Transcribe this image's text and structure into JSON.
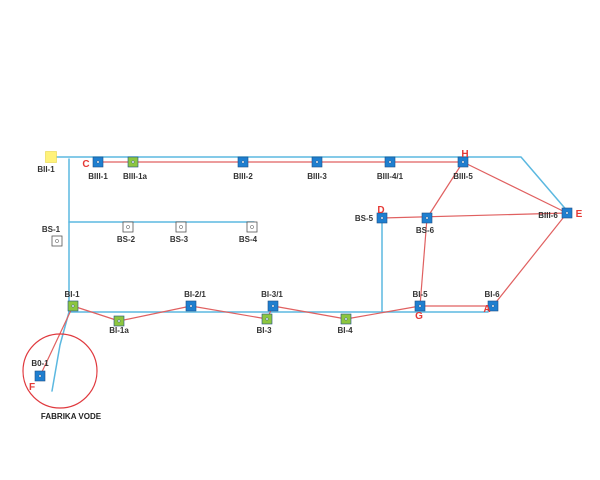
{
  "colors": {
    "pipe": "#5bb8e0",
    "route": "#e06060",
    "node_blue": "#1e7fd0",
    "node_green": "#8dc63f",
    "node_yellow": "#fff27a",
    "node_white": "#ffffff",
    "circle": "#e0393e",
    "point_label": "#e53935"
  },
  "caption": "FABRIKA VODE",
  "nodes": [
    {
      "id": "BII-1",
      "label": "BII-1",
      "type": "yellow"
    },
    {
      "id": "BIII-1",
      "label": "BIII-1",
      "type": "blue"
    },
    {
      "id": "BIII-1a",
      "label": "BIII-1a",
      "type": "green"
    },
    {
      "id": "BIII-2",
      "label": "BIII-2",
      "type": "blue"
    },
    {
      "id": "BIII-3",
      "label": "BIII-3",
      "type": "blue"
    },
    {
      "id": "BIII-4/1",
      "label": "BIII-4/1",
      "type": "blue"
    },
    {
      "id": "BIII-5",
      "label": "BIII-5",
      "type": "blue"
    },
    {
      "id": "BIII-6",
      "label": "BIII-6",
      "type": "blue"
    },
    {
      "id": "BS-1",
      "label": "BS-1",
      "type": "white"
    },
    {
      "id": "BS-2",
      "label": "BS-2",
      "type": "white"
    },
    {
      "id": "BS-3",
      "label": "BS-3",
      "type": "white"
    },
    {
      "id": "BS-4",
      "label": "BS-4",
      "type": "white"
    },
    {
      "id": "BS-5",
      "label": "BS-5",
      "type": "blue"
    },
    {
      "id": "BS-6",
      "label": "BS-6",
      "type": "blue"
    },
    {
      "id": "BI-1",
      "label": "BI-1",
      "type": "green"
    },
    {
      "id": "BI-1a",
      "label": "BI-1a",
      "type": "green"
    },
    {
      "id": "BI-2/1",
      "label": "BI-2/1",
      "type": "blue"
    },
    {
      "id": "BI-3/1",
      "label": "BI-3/1",
      "type": "blue"
    },
    {
      "id": "BI-3",
      "label": "BI-3",
      "type": "green"
    },
    {
      "id": "BI-4",
      "label": "BI-4",
      "type": "green"
    },
    {
      "id": "BI-5",
      "label": "BI-5",
      "type": "blue"
    },
    {
      "id": "BI-6",
      "label": "BI-6",
      "type": "blue"
    },
    {
      "id": "B0-1",
      "label": "B0-1",
      "type": "blue"
    }
  ],
  "point_labels": [
    {
      "id": "C",
      "text": "C"
    },
    {
      "id": "H",
      "text": "H"
    },
    {
      "id": "E",
      "text": "E"
    },
    {
      "id": "D",
      "text": "D"
    },
    {
      "id": "G",
      "text": "G"
    },
    {
      "id": "A",
      "text": "A"
    },
    {
      "id": "F",
      "text": "F"
    }
  ],
  "route_edges": [
    [
      "BIII-1",
      "BIII-5"
    ],
    [
      "BIII-5",
      "BIII-6"
    ],
    [
      "BIII-5",
      "BS-6"
    ],
    [
      "BS-5",
      "BIII-6"
    ],
    [
      "BS-6",
      "BI-5"
    ],
    [
      "BI-5",
      "BI-6"
    ],
    [
      "BI-6",
      "BIII-6"
    ],
    [
      "BI-1",
      "BI-1a"
    ],
    [
      "BI-1a",
      "BI-2/1"
    ],
    [
      "BI-2/1",
      "BI-3"
    ],
    [
      "BI-3",
      "BI-3/1"
    ],
    [
      "BI-3/1",
      "BI-4"
    ],
    [
      "BI-4",
      "BI-5"
    ],
    [
      "BI-1",
      "B0-1"
    ]
  ]
}
